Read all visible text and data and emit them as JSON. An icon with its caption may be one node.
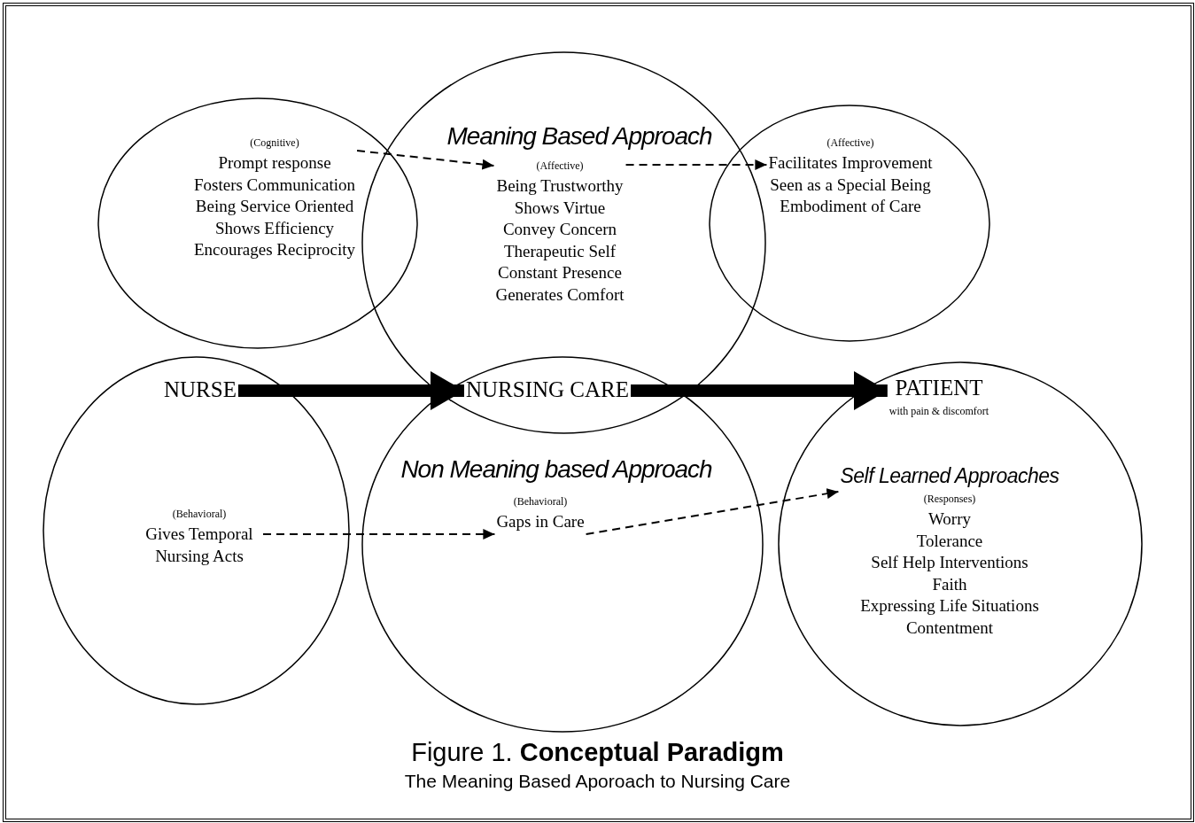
{
  "diagram": {
    "title": "Figure 1. **Conceptual Paradigm**",
    "caption": "The Meaning Based Aporoach to Nursing Care",
    "nodes": [
      {
        "text": [],
        "shape": "circle"
      },
      {
        "text": [
          "(Cognitive)",
          "Prompt response",
          "Fosters Communication",
          "Being Service Oriented",
          "Shows Efficiency",
          "Encourages Reciprocity"
        ],
        "in": 0
      },
      {
        "text": [
          "Meaning Based Approach"
        ]
      },
      {
        "text": [
          "(Affective)",
          "Being Trustworthy",
          "Shows Virtue",
          "Convey Concern",
          "Therapeutic Self",
          "Constant Presence",
          "Generates Comfort"
        ],
        "in": 2
      },
      {
        "text": [],
        "shape": "circle"
      },
      {
        "text": [
          "(Affective)",
          "Facilitates Improvement",
          "Seen as a Special Being",
          "Embodiment of Care"
        ],
        "in": 4
      },
      {
        "text": [],
        "shape": "circle"
      },
      {
        "text": [
          "NURSE"
        ],
        "in": 6
      },
      {
        "text": [
          "(Behavioral)",
          "Gives Temporal Nursing Acts"
        ],
        "in": 6
      },
      {
        "text": [
          "Non Meaning based Approach"
        ]
      },
      {
        "text": [
          "NURSING CARE"
        ]
      },
      {
        "text": [
          "(Behavioral)",
          "Gaps in Care"
        ],
        "in": 9
      },
      {
        "text": [],
        "shape": "circle"
      },
      {
        "text": [
          "PATIENT",
          "with pain & discomfort"
        ],
        "in": 12
      },
      {
        "text": [
          "Self Learned Approaches",
          "(Responses)",
          "Worry",
          "Tolerance",
          "Self Help Interventions",
          "Faith",
          "Expressing Life Situations",
          "Contentment"
        ],
        "in": 12
      }
    ],
    "edges": [
      {
        "from": 7,
        "to": 10,
        "arrow": "to",
        "style": "thick"
      },
      {
        "from": 10,
        "to": 13,
        "arrow": "to",
        "style": "thick"
      },
      {
        "from": 1,
        "to": 3,
        "arrow": "to",
        "style": "dashed"
      },
      {
        "from": 3,
        "to": 5,
        "arrow": "to",
        "style": "dashed"
      },
      {
        "from": 8,
        "to": 11,
        "arrow": "to",
        "style": "dashed"
      },
      {
        "from": 11,
        "to": 14,
        "arrow": "to",
        "style": "dashed"
      }
    ]
  }
}
